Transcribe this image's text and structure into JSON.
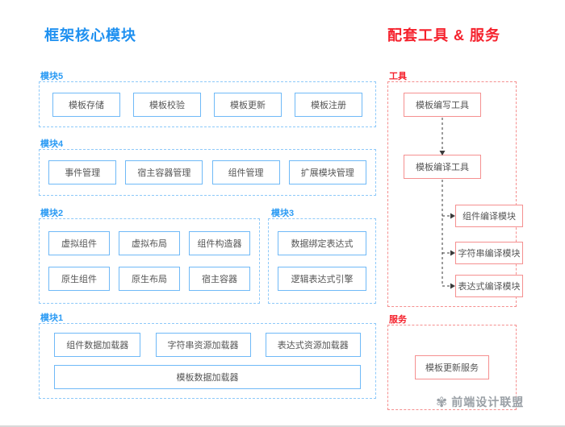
{
  "titles": {
    "core": "框架核心模块",
    "tools_services": "配套工具 & 服务"
  },
  "core_modules": {
    "module5": {
      "label": "模块5",
      "items": [
        "模板存储",
        "模板校验",
        "模板更新",
        "模板注册"
      ]
    },
    "module4": {
      "label": "模块4",
      "items": [
        "事件管理",
        "宿主容器管理",
        "组件管理",
        "扩展模块管理"
      ]
    },
    "module2": {
      "label": "模块2",
      "rows": [
        [
          "虚拟组件",
          "虚拟布局",
          "组件构造器"
        ],
        [
          "原生组件",
          "原生布局",
          "宿主容器"
        ]
      ]
    },
    "module3": {
      "label": "模块3",
      "items": [
        "数据绑定表达式",
        "逻辑表达式引擎"
      ]
    },
    "module1": {
      "label": "模块1",
      "items": [
        "组件数据加载器",
        "字符串资源加载器",
        "表达式资源加载器"
      ],
      "wide_item": "模板数据加载器"
    }
  },
  "tools": {
    "label": "工具",
    "authoring_tool": "模板编写工具",
    "compile_tool": "模板编译工具",
    "compile_outputs": [
      "组件编译模块",
      "字符串编译模块",
      "表达式编译模块"
    ]
  },
  "services": {
    "label": "服务",
    "update_service": "模板更新服务"
  },
  "watermark": {
    "icon": "flower-logo",
    "text": "前端设计联盟"
  },
  "colors": {
    "blue_title": "#1e90f0",
    "blue_dash_border": "#8ec9f9",
    "blue_box_border": "#6fb9f7",
    "red_title": "#f5222d",
    "red_dash_border": "#f58f8f",
    "red_box_border": "#f59090",
    "box_text": "#555555",
    "connector": "#3a3a3a",
    "watermark_gray": "#9aa0a6"
  }
}
